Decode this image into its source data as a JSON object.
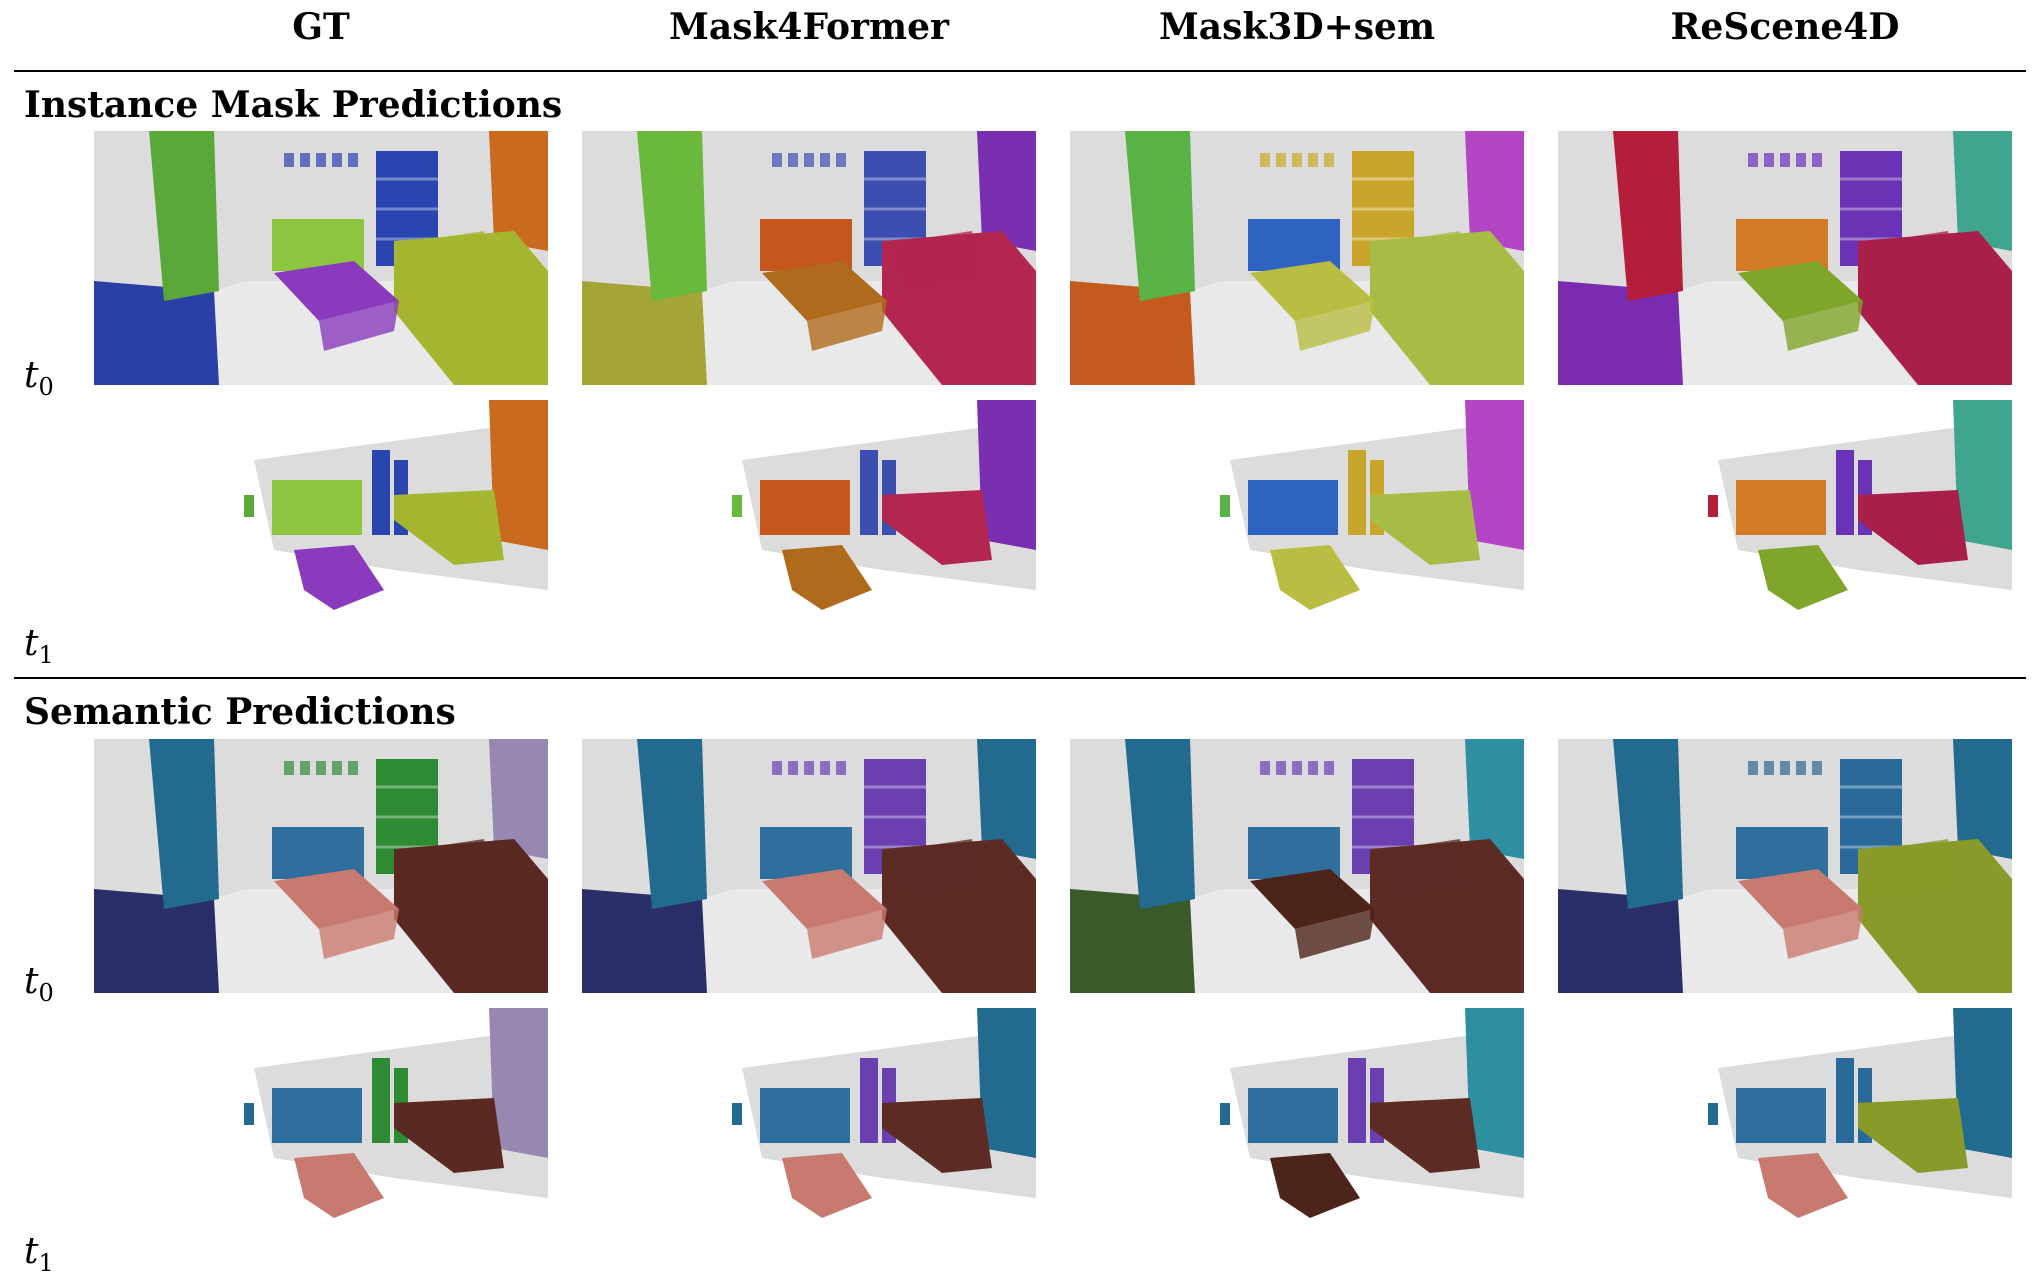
{
  "columns": [
    "GT",
    "Mask4Former",
    "Mask3D+sem",
    "ReScene4D"
  ],
  "sections": [
    {
      "title": "Instance Mask Predictions"
    },
    {
      "title": "Semantic Predictions"
    }
  ],
  "time_labels": {
    "t0": {
      "base": "t",
      "sub": "0"
    },
    "t1": {
      "base": "t",
      "sub": "1"
    }
  },
  "palette": {
    "instance": {
      "gt": {
        "shelf": "#5aa83a",
        "table": "#8a3bbd",
        "sofa": "#a4b52f",
        "cabinet": "#2a3fa8",
        "curtain": "#c96a1e",
        "dresser": "#8dc53e",
        "bookcase": "#2b45b0"
      },
      "m4f": {
        "shelf": "#6ab83c",
        "table": "#b06a1c",
        "sofa": "#b3264f",
        "cabinet": "#a5a437",
        "curtain": "#7a2fb0",
        "dresser": "#c5561c",
        "bookcase": "#3c4fb0"
      },
      "m3d": {
        "shelf": "#58b246",
        "table": "#b9bd42",
        "sofa": "#a7bc45",
        "cabinet": "#c45a1e",
        "curtain": "#b445c4",
        "dresser": "#2f63c2",
        "bookcase": "#c9a62b"
      },
      "r4d": {
        "shelf": "#b51e3a",
        "table": "#7fa52a",
        "sofa": "#a8204a",
        "cabinet": "#7a2bb0",
        "curtain": "#3fa58f",
        "dresser": "#d37a25",
        "bookcase": "#6a33b5"
      }
    },
    "semantic": {
      "gt": {
        "shelf": "#236a8f",
        "table": "#c97a70",
        "sofa": "#5a2a22",
        "cabinet": "#2a2f6a",
        "curtain": "#9688b0",
        "dresser": "#2e6f9e",
        "bookcase": "#2f8a34"
      },
      "m4f": {
        "shelf": "#236a8f",
        "table": "#c97a70",
        "sofa": "#5c2b24",
        "cabinet": "#2a2f6a",
        "curtain": "#236a8f",
        "dresser": "#2e6f9e",
        "bookcase": "#6a3fb0"
      },
      "m3d": {
        "shelf": "#236a8f",
        "table": "#4d2419",
        "sofa": "#5c2b24",
        "cabinet": "#3a5a2a",
        "curtain": "#2d8fa0",
        "dresser": "#2e6f9e",
        "bookcase": "#6a3fb0"
      },
      "r4d": {
        "shelf": "#236a8f",
        "table": "#c97a70",
        "sofa": "#8a9a2a",
        "cabinet": "#2a2f6a",
        "curtain": "#236a8f",
        "dresser": "#2e6f9e",
        "bookcase": "#2a6a9a"
      }
    }
  }
}
